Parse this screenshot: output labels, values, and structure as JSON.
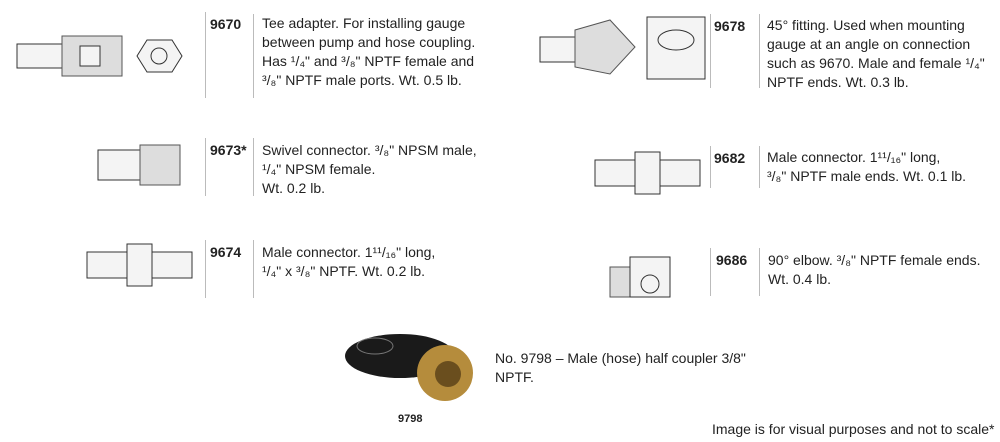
{
  "items": [
    {
      "num": "9670",
      "desc": "Tee adapter.  For installing gauge\nbetween pump and hose coupling.\nHas ¹/₄\" and ³/₈\" NPTF female and\n³/₈\" NPTF male ports. Wt. 0.5 lb."
    },
    {
      "num": "9673*",
      "desc": "Swivel connector.  ³/₈\" NPSM male,\n¹/₄\" NPSM female.\nWt. 0.2 lb."
    },
    {
      "num": "9674",
      "desc": "Male connector.  1¹¹/₁₆\" long,\n¹/₄\" x ³/₈\" NPTF.  Wt. 0.2 lb."
    },
    {
      "num": "9678",
      "desc": "45° fitting.  Used when mounting\ngauge at an angle on connection\nsuch as 9670.  Male and female ¹/₄\"\nNPTF ends.  Wt. 0.3 lb."
    },
    {
      "num": "9682",
      "desc": "Male connector.  1¹¹/₁₆\" long,\n³/₈\" NPTF male ends.  Wt. 0.1 lb."
    },
    {
      "num": "9686",
      "desc": "90° elbow.  ³/₈\" NPTF female ends.\nWt. 0.4 lb."
    }
  ],
  "coupler": {
    "desc": "No. 9798 – Male (hose) half coupler 3/8\"\nNPTF.",
    "caption": "9798"
  },
  "footer": "Image is for visual purposes and not to scale*"
}
